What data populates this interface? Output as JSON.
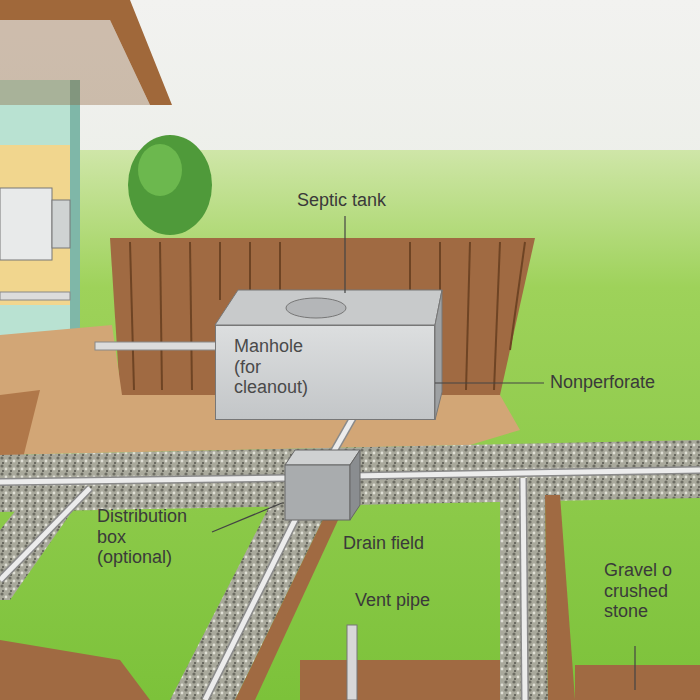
{
  "diagram": {
    "nodes": [
      {
        "text": [
          "Manhole (for cleanout)"
        ]
      }
    ],
    "labels": [
      "Septic tank",
      "Nonperforate",
      "Distribution box (optional)",
      "Drain field",
      "Vent pipe",
      "Gravel o crushed stone"
    ]
  }
}
